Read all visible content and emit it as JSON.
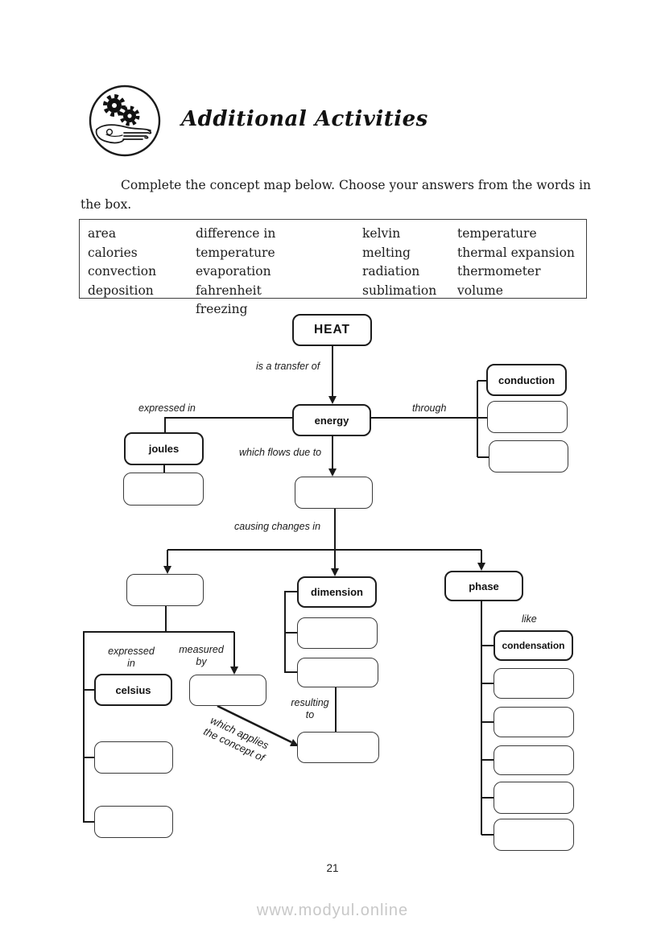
{
  "header": {
    "title": "Additional Activities"
  },
  "instruction": "Complete the concept map below. Choose your answers from the words in the box.",
  "word_bank": {
    "columns": [
      [
        "area",
        "calories",
        "convection",
        "deposition"
      ],
      [
        "difference in temperature",
        "evaporation",
        "fahrenheit",
        "freezing"
      ],
      [
        "kelvin",
        "melting",
        "radiation",
        "sublimation"
      ],
      [
        "temperature",
        "thermal expansion",
        "thermometer",
        "volume"
      ]
    ]
  },
  "concept_map": {
    "nodes": {
      "heat": "HEAT",
      "energy": "energy",
      "joules": "joules",
      "conduction": "conduction",
      "dimension": "dimension",
      "phase": "phase",
      "celsius": "celsius",
      "condensation": "condensation"
    },
    "labels": {
      "is_a_transfer_of": "is a transfer of",
      "expressed_in": "expressed in",
      "through": "through",
      "which_flows_due_to": "which flows due to",
      "causing_changes_in": "causing changes in",
      "expressed_in_2": "expressed\nin",
      "measured_by": "measured\nby",
      "resulting_to": "resulting\nto",
      "like": "like",
      "which_applies": "which applies\nthe concept of"
    }
  },
  "colors": {
    "ink": "#1a1a1a",
    "watermark": "#c8c8c8"
  },
  "footer": {
    "page_number": "21",
    "watermark": "www.modyul.online"
  }
}
